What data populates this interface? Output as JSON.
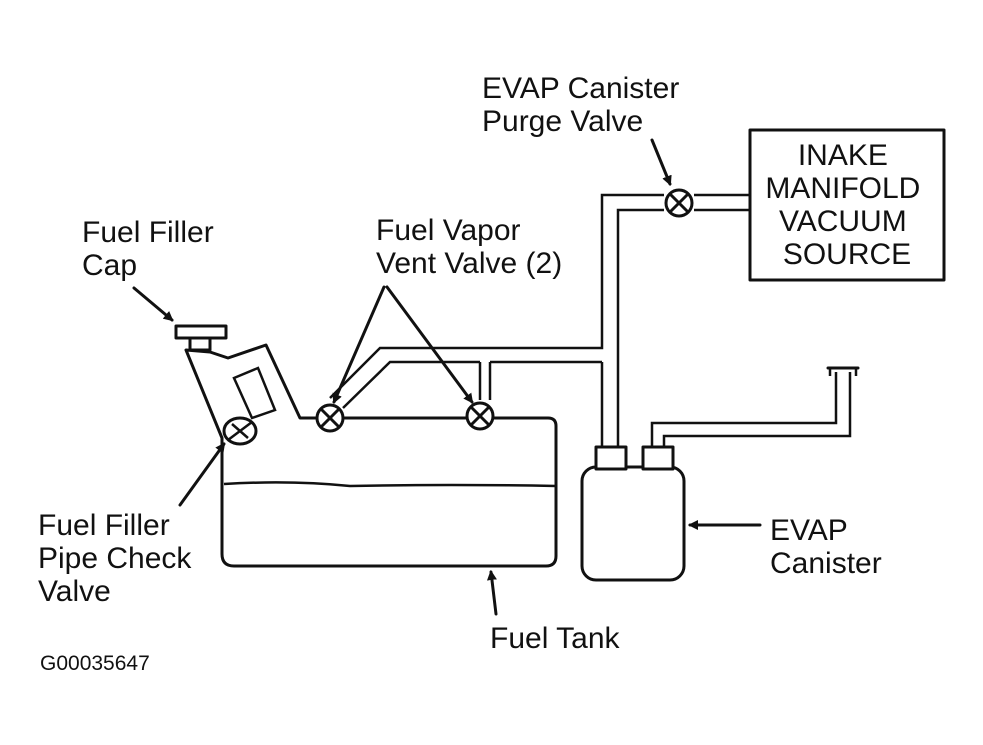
{
  "labels": {
    "evap_purge_valve": [
      "EVAP Canister",
      "Purge Valve"
    ],
    "intake_manifold": [
      "INAKE",
      "MANIFOLD",
      "VACUUM",
      "SOURCE"
    ],
    "fuel_filler_cap": [
      "Fuel Filler",
      "Cap"
    ],
    "fuel_vapor_vent_valve": [
      "Fuel Vapor",
      "Vent Valve (2)"
    ],
    "fuel_filler_check_valve": [
      "Fuel Filler",
      "Pipe Check",
      "Valve"
    ],
    "evap_canister": [
      "EVAP",
      "Canister"
    ],
    "fuel_tank": "Fuel Tank",
    "figure_id": "G00035647"
  },
  "colors": {
    "line": "#111111",
    "background": "#ffffff"
  }
}
